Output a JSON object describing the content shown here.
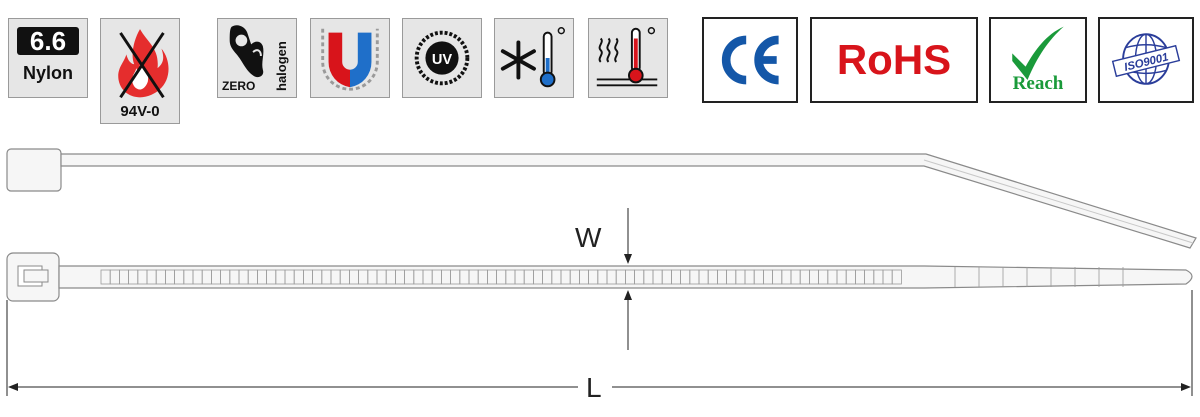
{
  "icons": {
    "nylon": {
      "grade": "6.6",
      "material": "Nylon"
    },
    "flame": {
      "rating": "94V-0"
    },
    "halogen": {
      "zero": "ZERO",
      "word": "halogen"
    },
    "uv": {
      "text": "UV"
    }
  },
  "certifications": {
    "ce": "CE",
    "rohs": "RoHS",
    "reach": "Reach",
    "iso": "ISO9001"
  },
  "dimensions": {
    "width": "W",
    "length": "L"
  },
  "colors": {
    "ce_blue": "#1457a8",
    "rohs_red": "#d8141b",
    "reach_green": "#1a9a3a",
    "iso_blue": "#2a3d9a",
    "flame_red": "#e52d2d",
    "magnet_red": "#d8141b",
    "magnet_blue": "#1f6fc9",
    "tie_fill": "#f6f6f6",
    "tie_stroke": "#8a8a8a"
  }
}
